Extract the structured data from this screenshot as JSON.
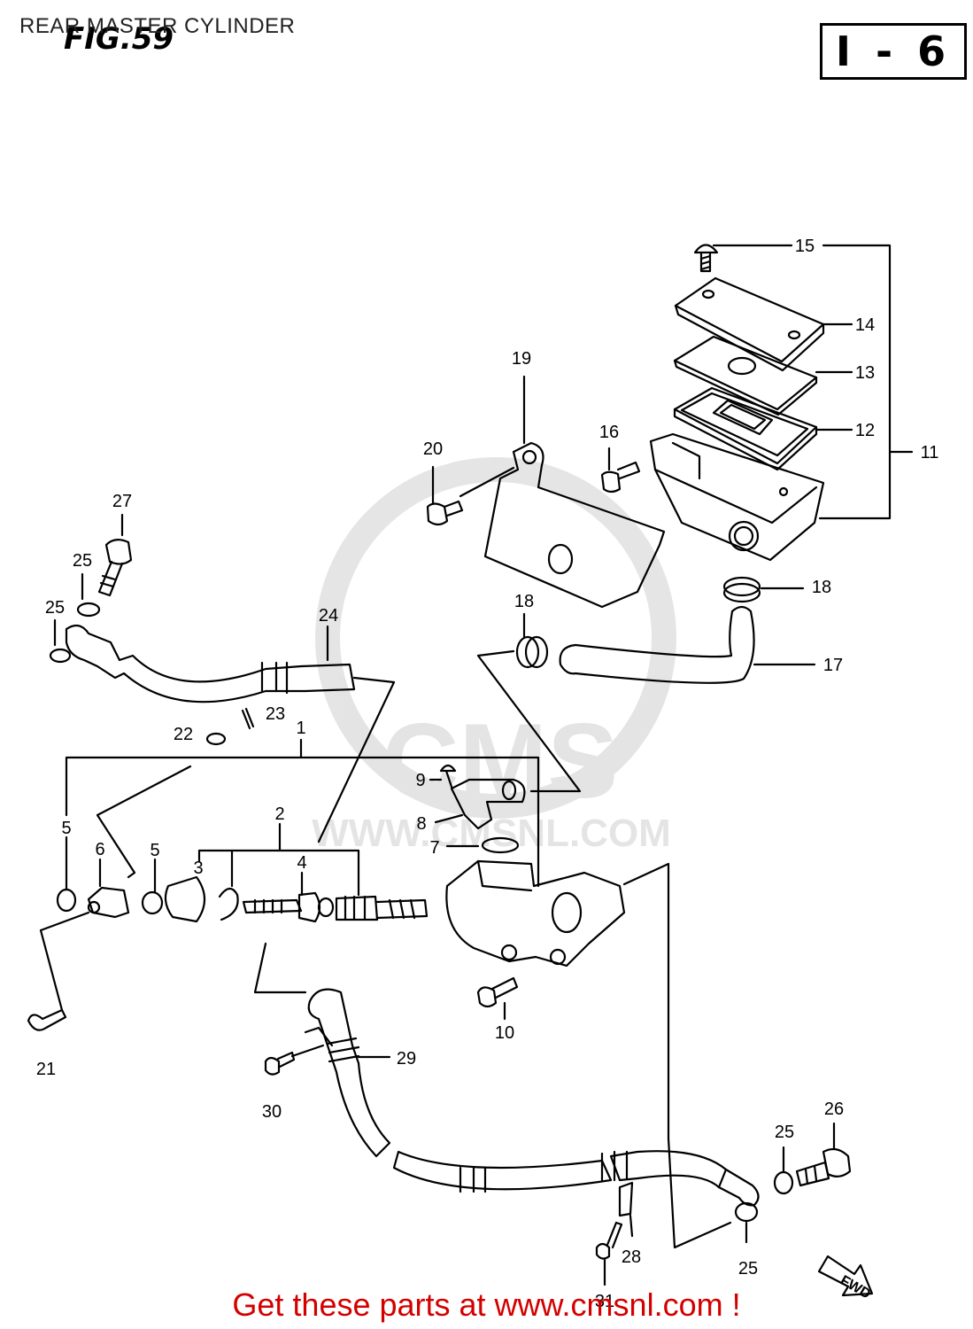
{
  "header": {
    "title": "REAR MASTER CYLINDER",
    "fig_label": "FIG.59",
    "section_code": "I - 6"
  },
  "watermark": {
    "text": "WWW.CMSNL.COM",
    "logo": "CMS"
  },
  "callouts": [
    "1",
    "2",
    "3",
    "4",
    "5",
    "5",
    "6",
    "7",
    "8",
    "9",
    "10",
    "11",
    "12",
    "13",
    "14",
    "15",
    "16",
    "17",
    "18",
    "18",
    "19",
    "20",
    "21",
    "22",
    "23",
    "24",
    "25",
    "25",
    "25",
    "25",
    "26",
    "27",
    "28",
    "29",
    "30",
    "31"
  ],
  "fwd_label": "FWD",
  "footer": {
    "text": "Get these parts at www.cmsnl.com !",
    "color": "#d40000"
  }
}
